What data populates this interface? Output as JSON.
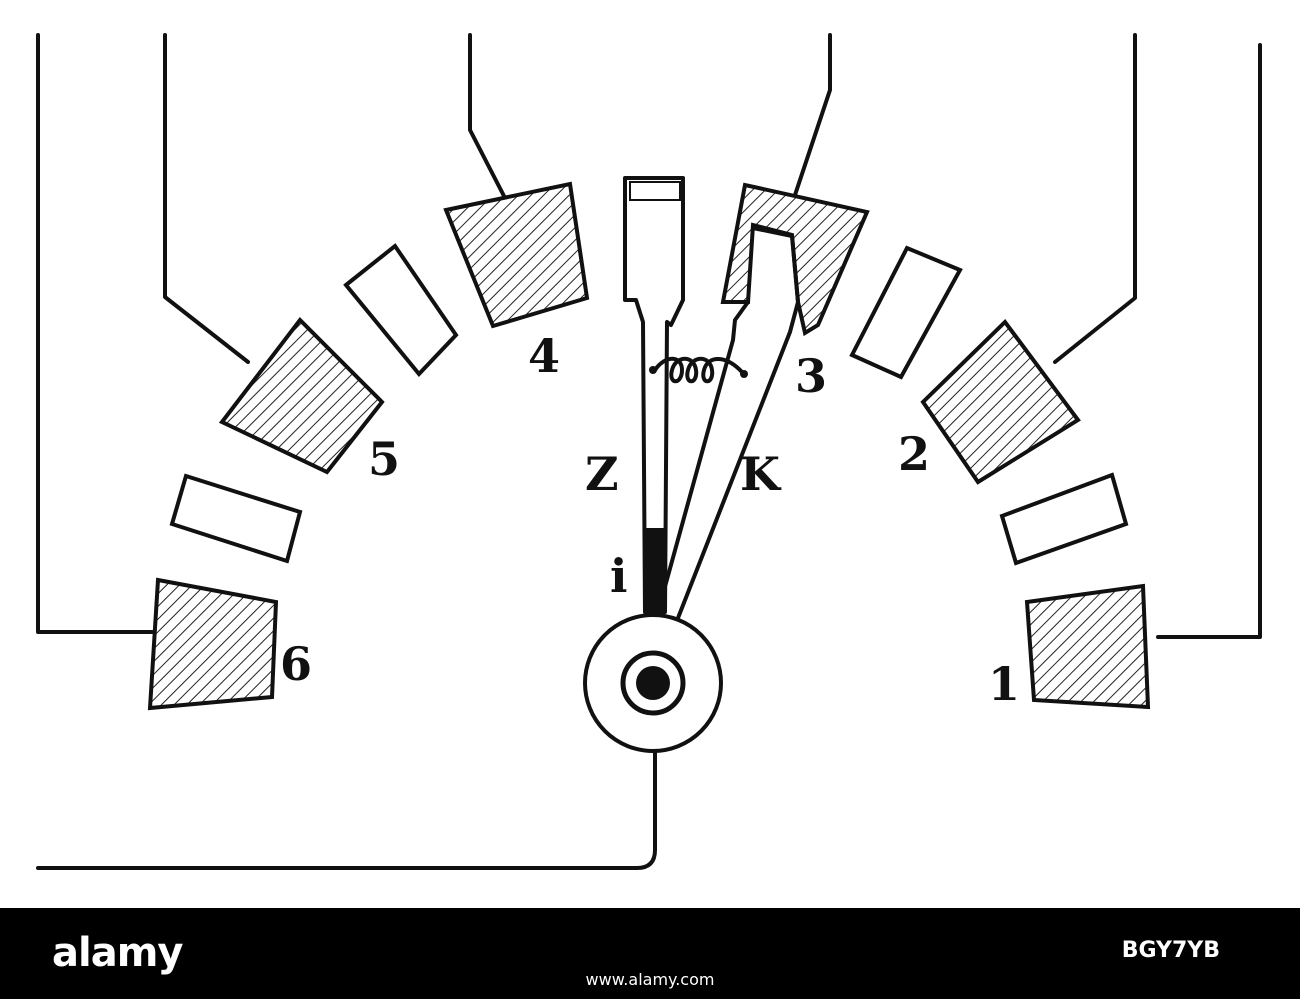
{
  "diagram": {
    "contact_labels": [
      "1",
      "2",
      "3",
      "4",
      "5",
      "6"
    ],
    "lever_labels": {
      "z": "Z",
      "k": "K",
      "i": "i"
    }
  },
  "watermark": {
    "logo": "alamy",
    "image_id": "BGY7YB",
    "url": "www.alamy.com"
  }
}
